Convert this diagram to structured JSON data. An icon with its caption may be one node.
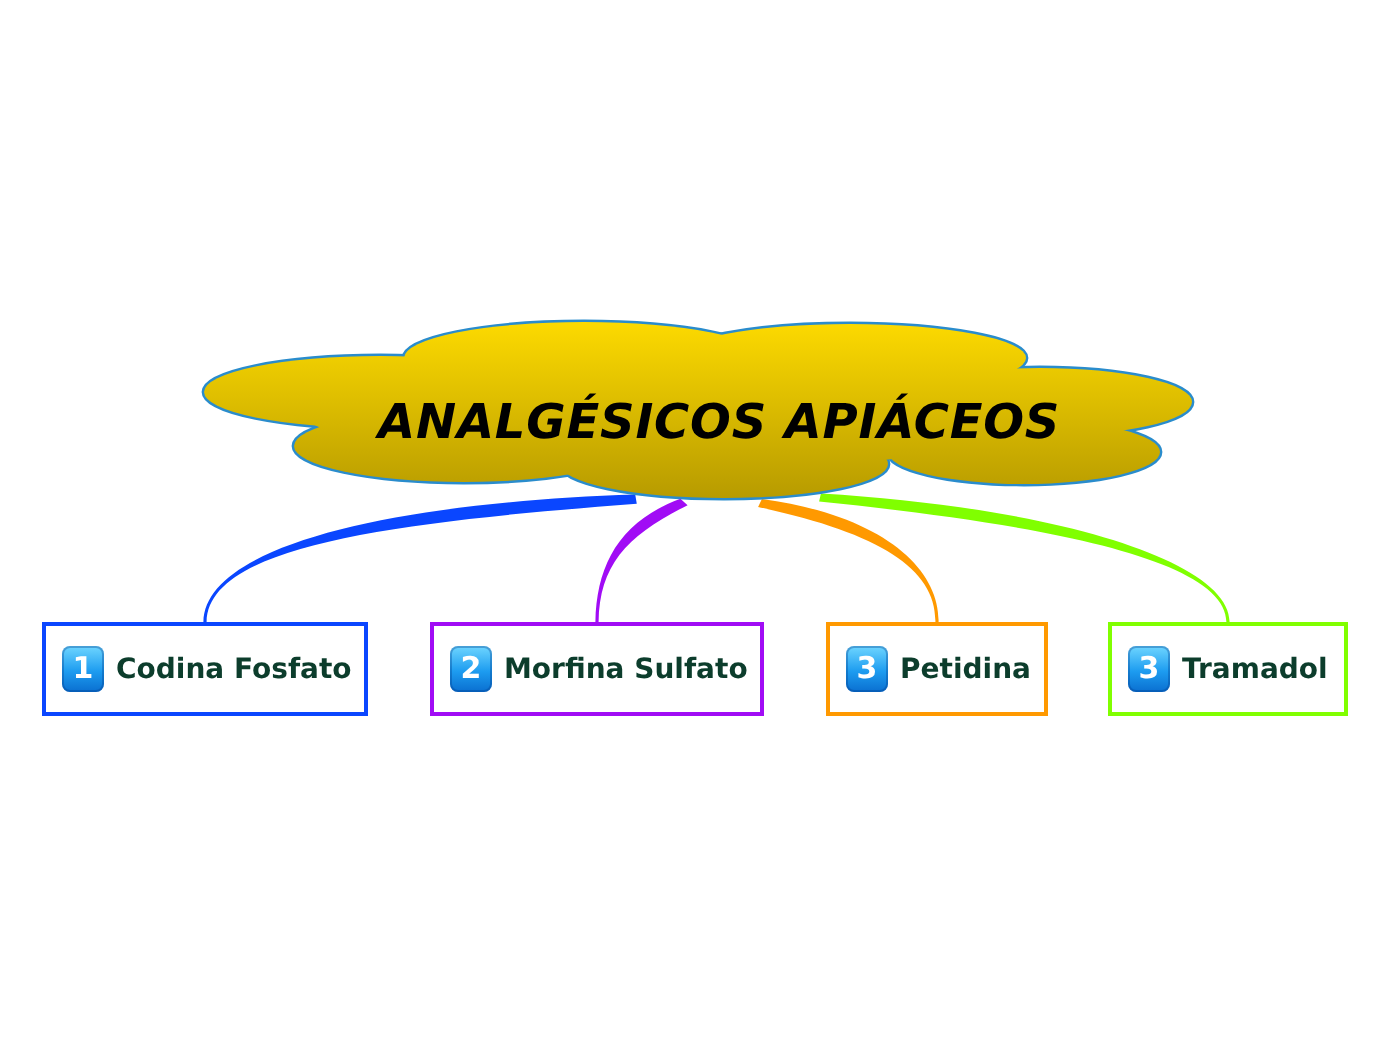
{
  "diagram": {
    "nodes": [
      {
        "text": [
          "ANALGÉSICOS APIÁCEOS"
        ]
      },
      {
        "text": [
          "1",
          "Codina Fosfato"
        ]
      },
      {
        "text": [
          "2",
          "Morfina Sulfato"
        ]
      },
      {
        "text": [
          "3",
          "Petidina"
        ]
      },
      {
        "text": [
          "3",
          "Tramadol"
        ]
      }
    ],
    "edges": [
      {
        "from": 0,
        "to": 1,
        "arrow": "none",
        "color": "#0a46ff"
      },
      {
        "from": 0,
        "to": 2,
        "arrow": "none",
        "color": "#a10cf5"
      },
      {
        "from": 0,
        "to": 3,
        "arrow": "none",
        "color": "#ff9900"
      },
      {
        "from": 0,
        "to": 4,
        "arrow": "none",
        "color": "#80ff00"
      }
    ]
  }
}
